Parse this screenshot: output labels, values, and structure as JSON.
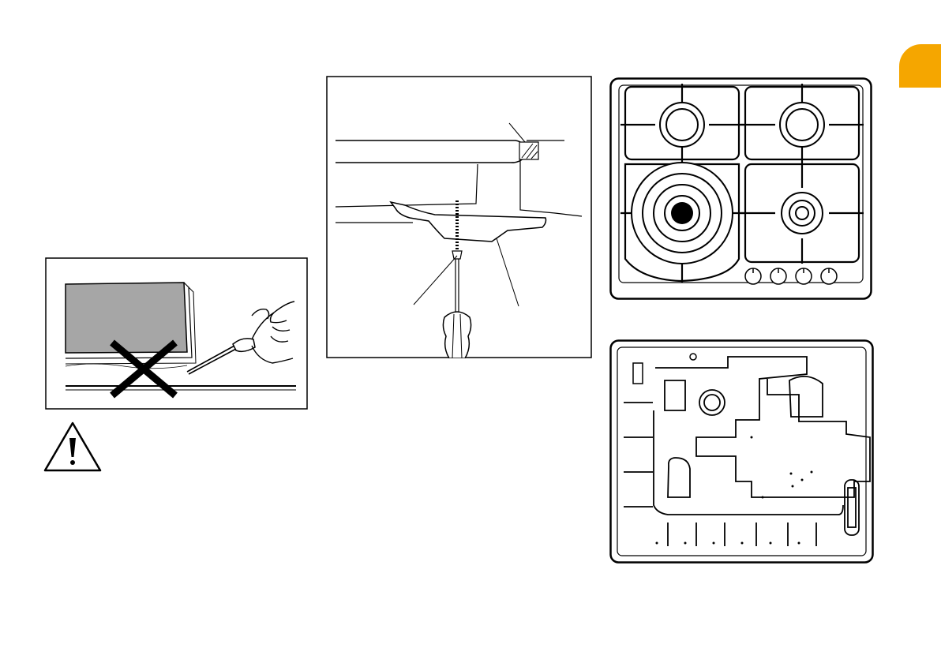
{
  "page": {
    "background": "#ffffff",
    "accent_color": "#f5a600"
  },
  "figures": [
    {
      "id": "fig-sealant-warning",
      "icon": "cross-mark-icon"
    },
    {
      "id": "warning-sign",
      "icon": "warning-triangle-icon"
    },
    {
      "id": "fig-bracket-fixing",
      "icon": "screwdriver-icon"
    },
    {
      "id": "fig-hob-top-view",
      "icon": "gas-hob-icon"
    },
    {
      "id": "fig-hob-underside",
      "icon": "hob-underside-icon"
    }
  ]
}
